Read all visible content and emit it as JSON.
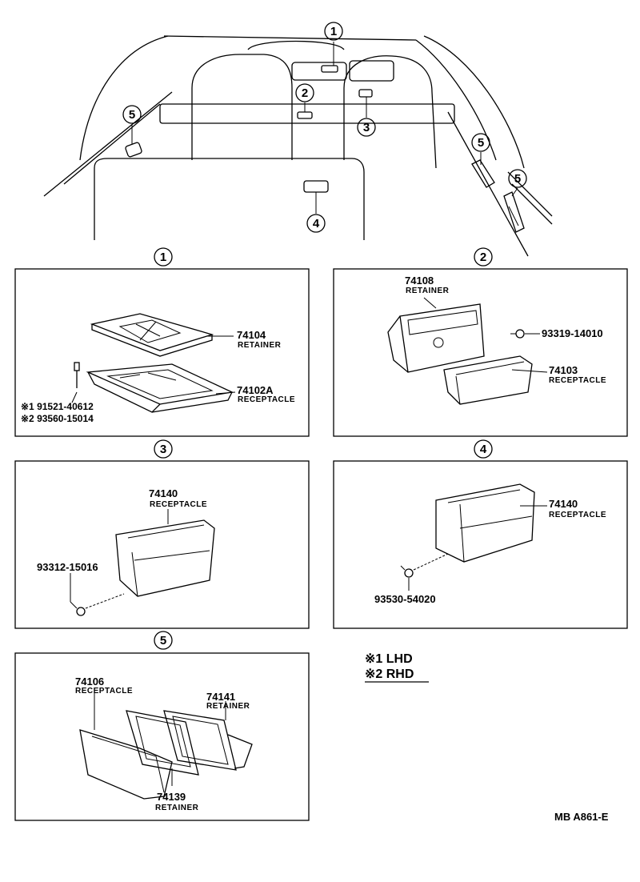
{
  "callouts": {
    "c1": "1",
    "c2": "2",
    "c3": "3",
    "c4": "4",
    "c5": "5"
  },
  "panel1": {
    "circle": "1",
    "retainer_no": "74104",
    "retainer_name": "RETAINER",
    "receptacle_no": "74102A",
    "receptacle_name": "RECEPTACLE",
    "screw_lhd": "※1 91521-40612",
    "screw_rhd": "※2 93560-15014"
  },
  "panel2": {
    "circle": "2",
    "retainer_no": "74108",
    "retainer_name": "RETAINER",
    "screw": "93319-14010",
    "receptacle_no": "74103",
    "receptacle_name": "RECEPTACLE"
  },
  "panel3": {
    "circle": "3",
    "receptacle_no": "74140",
    "receptacle_name": "RECEPTACLE",
    "screw": "93312-15016"
  },
  "panel4": {
    "circle": "4",
    "receptacle_no": "74140",
    "receptacle_name": "RECEPTACLE",
    "screw": "93530-54020"
  },
  "panel5": {
    "circle": "5",
    "receptacle_no": "74106",
    "receptacle_name": "RECEPTACLE",
    "retainer_a_no": "74141",
    "retainer_a_name": "RETAINER",
    "retainer_b_no": "74139",
    "retainer_b_name": "RETAINER"
  },
  "legend": {
    "lhd": "※1  LHD",
    "rhd": "※2  RHD"
  },
  "ref_code": "MB  A861-E"
}
